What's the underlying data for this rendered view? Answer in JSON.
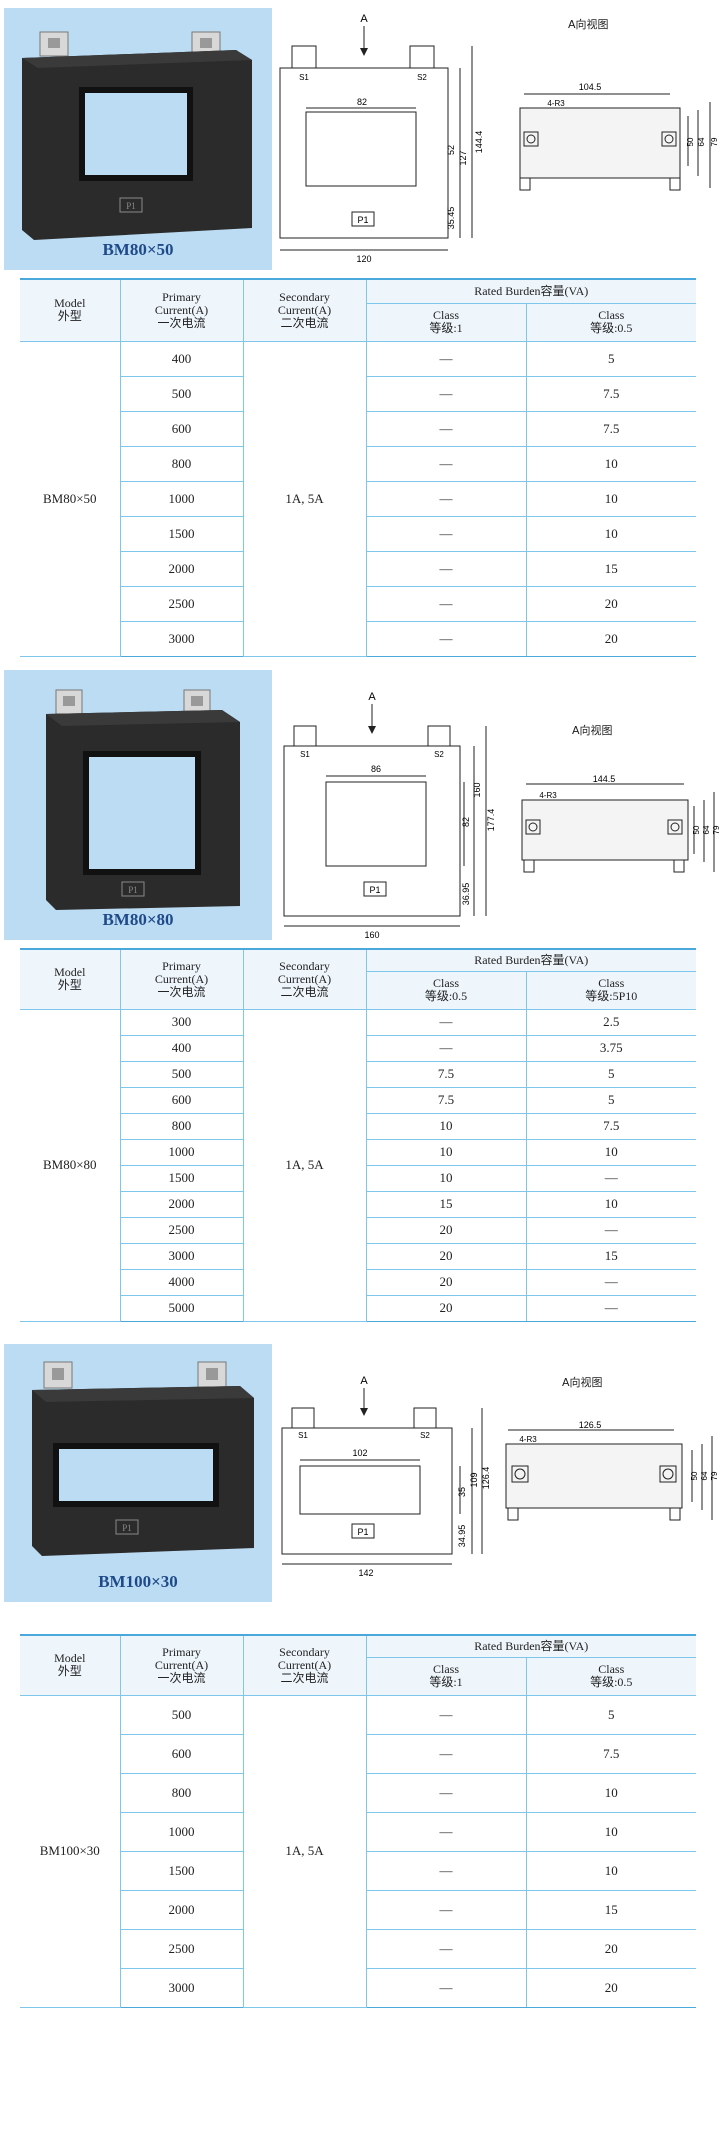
{
  "common": {
    "headers": {
      "model_en": "Model",
      "model_cn": "外型",
      "primary_en1": "Primary",
      "primary_en2": "Current(A)",
      "primary_cn": "一次电流",
      "secondary_en1": "Secondary",
      "secondary_en2": "Current(A)",
      "secondary_cn": "二次电流",
      "rated_burden": "Rated Burden容量(VA)"
    },
    "view_label": "A向视图",
    "arrow_label": "A",
    "terminal_label": "P1",
    "terminal_s1": "S1",
    "terminal_s2": "S2",
    "hole_label": "4-R3"
  },
  "sections": [
    {
      "caption": "BM80×50",
      "model_cell": "BM80×50",
      "secondary": "1A, 5A",
      "class_a": "Class",
      "class_a_cn": "等级:1",
      "class_b": "Class",
      "class_b_cn": "等级:0.5",
      "dims": {
        "window_w": "82",
        "height": "144.4",
        "inner_h": "127",
        "window_h": "52",
        "bottom": "35.45",
        "width": "120",
        "side_w": "104.5",
        "side_h1": "50",
        "side_h2": "64",
        "side_h3": "79"
      },
      "rows": [
        {
          "primary": "400",
          "a": "—",
          "b": "5"
        },
        {
          "primary": "500",
          "a": "—",
          "b": "7.5"
        },
        {
          "primary": "600",
          "a": "—",
          "b": "7.5"
        },
        {
          "primary": "800",
          "a": "—",
          "b": "10"
        },
        {
          "primary": "1000",
          "a": "—",
          "b": "10"
        },
        {
          "primary": "1500",
          "a": "—",
          "b": "10"
        },
        {
          "primary": "2000",
          "a": "—",
          "b": "15"
        },
        {
          "primary": "2500",
          "a": "—",
          "b": "20"
        },
        {
          "primary": "3000",
          "a": "—",
          "b": "20"
        }
      ]
    },
    {
      "caption": "BM80×80",
      "model_cell": "BM80×80",
      "secondary": "1A, 5A",
      "class_a": "Class",
      "class_a_cn": "等级:0.5",
      "class_b": "Class",
      "class_b_cn": "等级:5P10",
      "dims": {
        "window_w": "86",
        "height": "177.4",
        "inner_h": "160",
        "window_h": "82",
        "bottom": "36.95",
        "width": "160",
        "side_w": "144.5",
        "side_h1": "50",
        "side_h2": "64",
        "side_h3": "79"
      },
      "rows": [
        {
          "primary": "300",
          "a": "—",
          "b": "2.5"
        },
        {
          "primary": "400",
          "a": "—",
          "b": "3.75"
        },
        {
          "primary": "500",
          "a": "7.5",
          "b": "5"
        },
        {
          "primary": "600",
          "a": "7.5",
          "b": "5"
        },
        {
          "primary": "800",
          "a": "10",
          "b": "7.5"
        },
        {
          "primary": "1000",
          "a": "10",
          "b": "10"
        },
        {
          "primary": "1500",
          "a": "10",
          "b": "—"
        },
        {
          "primary": "2000",
          "a": "15",
          "b": "10"
        },
        {
          "primary": "2500",
          "a": "20",
          "b": "—"
        },
        {
          "primary": "3000",
          "a": "20",
          "b": "15"
        },
        {
          "primary": "4000",
          "a": "20",
          "b": "—"
        },
        {
          "primary": "5000",
          "a": "20",
          "b": "—"
        }
      ]
    },
    {
      "caption": "BM100×30",
      "model_cell": "BM100×30",
      "secondary": "1A, 5A",
      "class_a": "Class",
      "class_a_cn": "等级:1",
      "class_b": "Class",
      "class_b_cn": "等级:0.5",
      "dims": {
        "window_w": "102",
        "height": "126.4",
        "inner_h": "109",
        "window_h": "35",
        "bottom": "34.95",
        "width": "142",
        "side_w": "126.5",
        "side_h1": "50",
        "side_h2": "64",
        "side_h3": "79"
      },
      "rows": [
        {
          "primary": "500",
          "a": "—",
          "b": "5"
        },
        {
          "primary": "600",
          "a": "—",
          "b": "7.5"
        },
        {
          "primary": "800",
          "a": "—",
          "b": "10"
        },
        {
          "primary": "1000",
          "a": "—",
          "b": "10"
        },
        {
          "primary": "1500",
          "a": "—",
          "b": "10"
        },
        {
          "primary": "2000",
          "a": "—",
          "b": "15"
        },
        {
          "primary": "2500",
          "a": "—",
          "b": "20"
        },
        {
          "primary": "3000",
          "a": "—",
          "b": "20"
        }
      ]
    }
  ]
}
